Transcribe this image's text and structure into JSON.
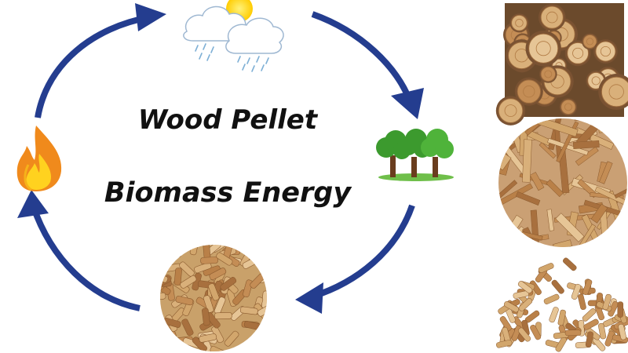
{
  "title": {
    "line1": "Wood Pellet",
    "line2": "Biomass Energy"
  },
  "cycle": {
    "stages": [
      {
        "name": "weather",
        "icon": "cloud-sun-rain-icon"
      },
      {
        "name": "trees",
        "icon": "trees-icon"
      },
      {
        "name": "wood pellets",
        "icon": "wood-pellets-icon"
      },
      {
        "name": "fire",
        "icon": "flame-icon"
      }
    ],
    "arrow_color": "#243d8f",
    "direction": "clockwise"
  },
  "materials": [
    {
      "name": "firewood logs",
      "icon": "firewood-logs-image"
    },
    {
      "name": "wood chips",
      "icon": "wood-chips-image"
    },
    {
      "name": "wood pellets",
      "icon": "pellet-pile-image"
    }
  ],
  "colors": {
    "arrow": "#243d8f",
    "text": "#111111",
    "flame_outer": "#f08a1c",
    "flame_inner": "#ffd21f",
    "tree_green": "#3c9a2e",
    "wood": "#c89a5c"
  }
}
